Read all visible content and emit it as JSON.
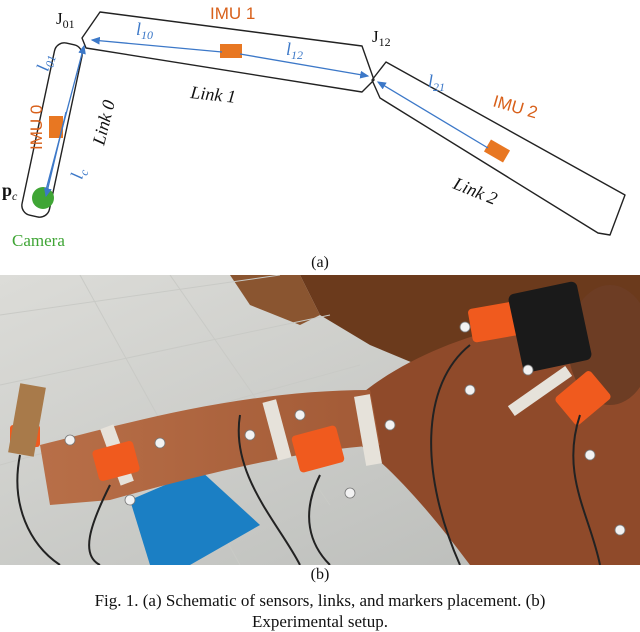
{
  "figure": {
    "joints": {
      "j01": "J",
      "j01_sub": "01",
      "j12": "J",
      "j12_sub": "12"
    },
    "imus": {
      "imu0": "IMU 0",
      "imu1": "IMU 1",
      "imu2": "IMU 2"
    },
    "links": {
      "link0": "Link 0",
      "link1": "Link 1",
      "link2": "Link 2"
    },
    "lengths": {
      "l01": "l",
      "l01_sub": "01",
      "l10": "l",
      "l10_sub": "10",
      "l12": "l",
      "l12_sub": "12",
      "l21": "l",
      "l21_sub": "21",
      "lc": "l",
      "lc_sub": "c"
    },
    "camera_point": {
      "p": "p",
      "sub": "c"
    },
    "camera_label": "Camera",
    "label_a": "(a)",
    "label_b": "(b)",
    "colors": {
      "imu": "#e87722",
      "vector": "#3c78c8",
      "camera": "#3fa535",
      "outline": "#222222"
    }
  },
  "caption": {
    "line1": "Fig. 1.  (a) Schematic of sensors, links, and markers placement. (b)",
    "line2": "Experimental setup."
  }
}
